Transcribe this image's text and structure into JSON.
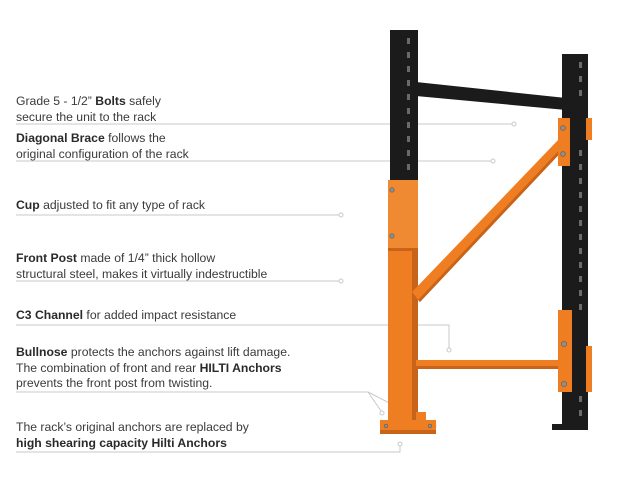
{
  "callouts": [
    {
      "line1_pre": "Grade 5 - 1/2” ",
      "line1_bold": "Bolts",
      "line1_post": " safely",
      "line2": "secure the unit to the rack"
    },
    {
      "line1_bold": "Diagonal Brace",
      "line1_post": " follows the",
      "line2": "original configuration of the rack"
    },
    {
      "line1_bold": "Cup",
      "line1_post": " adjusted to fit any type of rack"
    },
    {
      "line1_bold": "Front Post",
      "line1_post": " made of 1/4” thick hollow",
      "line2": "structural steel, makes it virtually indestructible"
    },
    {
      "line1_bold": "C3 Channel",
      "line1_post": " for added impact resistance"
    },
    {
      "line1_bold": "Bullnose",
      "line1_post": " protects the anchors against lift damage.",
      "line2_pre": "The combination of front and rear ",
      "line2_bold": "HILTI Anchors",
      "line3": "prevents the front post from twisting."
    },
    {
      "line1": "The rack’s original anchors are replaced by",
      "line2_bold": "high shearing capacity Hilti Anchors"
    }
  ],
  "colors": {
    "orange": "#ef7d22",
    "orange_dark": "#c8641a",
    "black": "#1b1b1b",
    "leader": "#c9c9c9",
    "text": "#3a3a3a"
  }
}
